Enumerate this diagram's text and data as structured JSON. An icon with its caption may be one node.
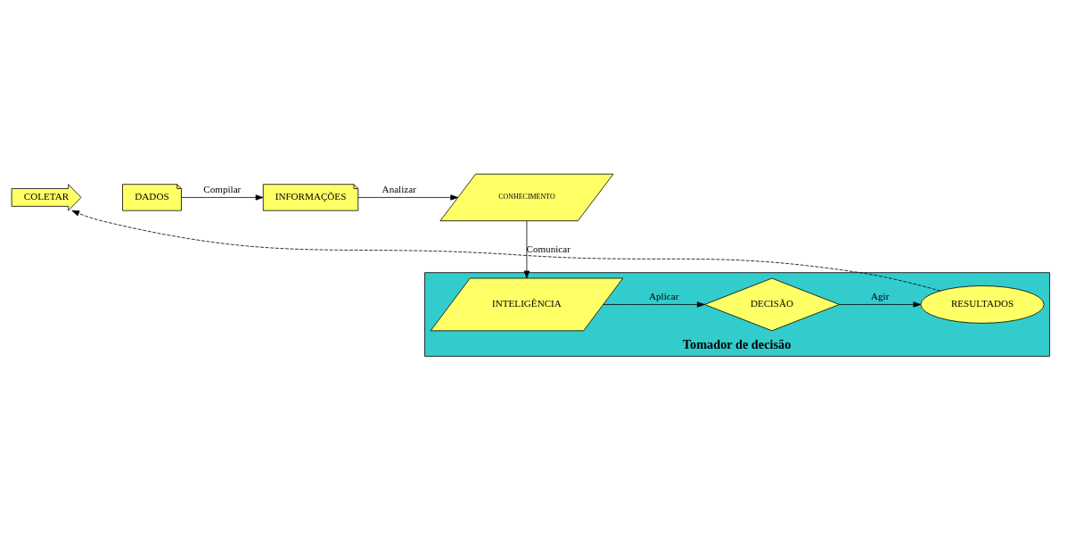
{
  "diagram": {
    "nodes": [
      {
        "text": [
          "COLETAR"
        ]
      },
      {
        "text": [
          "DADOS"
        ]
      },
      {
        "text": [
          "INFORMAÇÕES"
        ]
      },
      {
        "text": [
          "CONHECIMENTO"
        ]
      },
      {
        "text": [
          "Tomador de decisão"
        ]
      },
      {
        "text": [
          "INTELIGÊNCIA"
        ],
        "in": 4
      },
      {
        "text": [
          "DECISÃO"
        ],
        "in": 4
      },
      {
        "text": [
          "RESULTADOS"
        ],
        "in": 4
      }
    ],
    "edges": [
      {
        "from": 1,
        "to": 2,
        "arrow": "to",
        "label": "Compilar"
      },
      {
        "from": 2,
        "to": 3,
        "arrow": "to",
        "label": "Analizar"
      },
      {
        "from": 3,
        "to": 5,
        "arrow": "to",
        "label": "Comunicar"
      },
      {
        "from": 5,
        "to": 6,
        "arrow": "to",
        "label": "Aplicar"
      },
      {
        "from": 6,
        "to": 7,
        "arrow": "to",
        "label": "Agir"
      },
      {
        "from": 7,
        "to": 0,
        "arrow": "to",
        "style": "dashed"
      }
    ]
  }
}
